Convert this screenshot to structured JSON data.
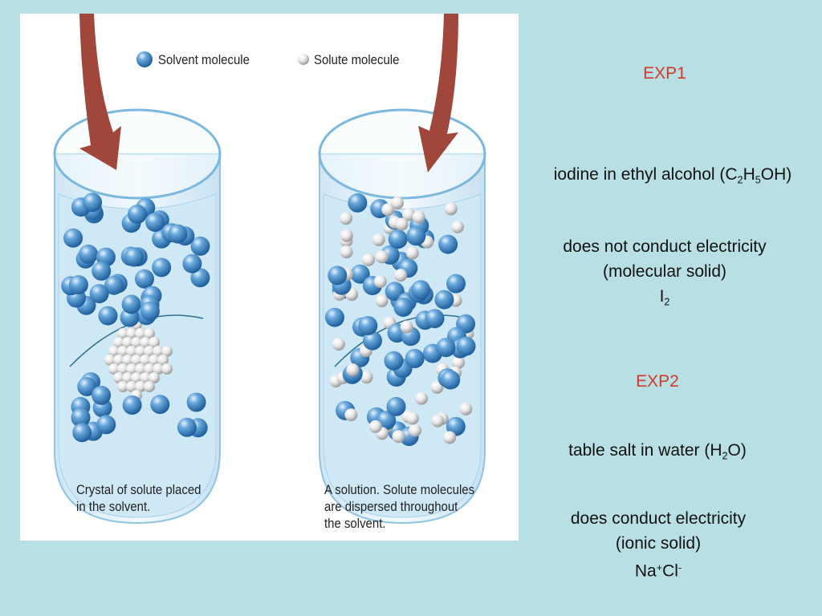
{
  "figure": {
    "legend": {
      "solvent": "Solvent molecule",
      "solute": "Solute molecule"
    },
    "captions": {
      "left": [
        "Crystal of solute placed",
        "in the solvent."
      ],
      "right": [
        "A solution. Solute molecules",
        "are dispersed throughout",
        "the solvent."
      ]
    }
  },
  "exp1": {
    "heading": "EXP1",
    "desc": {
      "pre": "iodine in ethyl alcohol (C",
      "s1": "2",
      "mid": "H",
      "s2": "5",
      "post": "OH)"
    },
    "conduct": "does not conduct electricity",
    "type": "(molecular solid)",
    "formula": {
      "base": "I",
      "sub": "2"
    }
  },
  "exp2": {
    "heading": "EXP2",
    "desc": {
      "pre": "table salt in water (H",
      "s1": "2",
      "post": "O)"
    },
    "conduct": "does conduct electricity",
    "type": "(ionic solid)",
    "formula": {
      "a": "Na",
      "a_sup": "+",
      "b": "Cl",
      "b_sup": "-"
    }
  },
  "colors": {
    "heading": "#d23a2a",
    "background": "#b8dfe3",
    "arrow": "#a0463a",
    "solvent": "#3d86c2",
    "solute": "#e6e6e6"
  }
}
